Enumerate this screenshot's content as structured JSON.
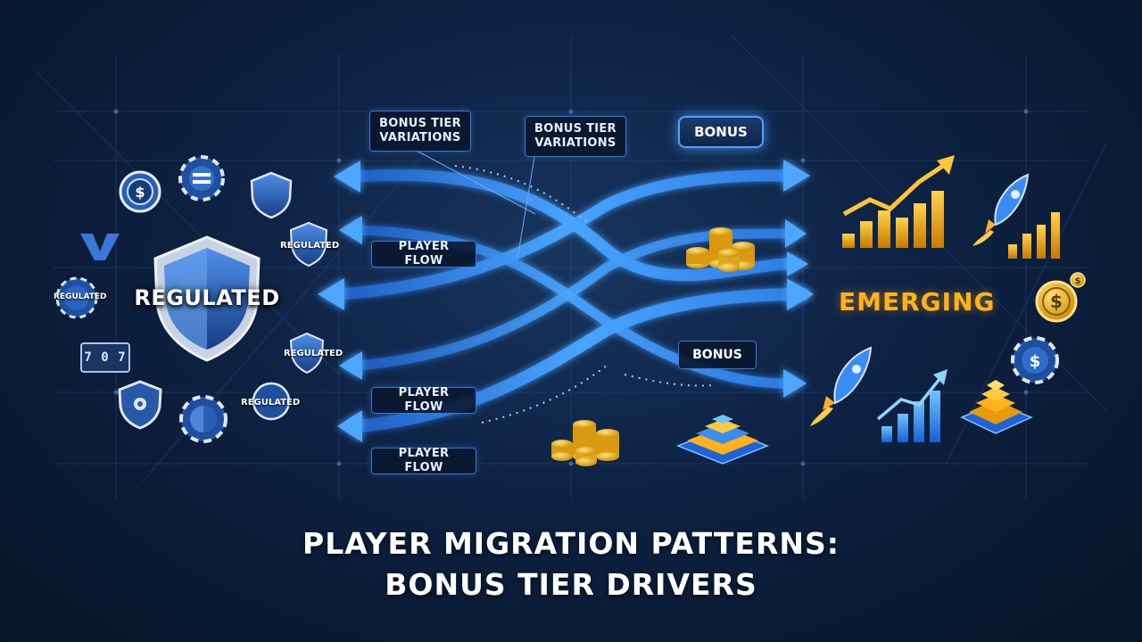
{
  "diagram": {
    "left_hub_label": "REGULATED",
    "right_hub_label": "EMERGING",
    "icon_badges": [
      "REGULATED",
      "REGULATED",
      "REGULATED",
      "REGULATED"
    ],
    "slot_machine_text": "7 0 7",
    "labels": {
      "bonus_tier_1": "BONUS TIER VARIATIONS",
      "bonus_tier_2": "BONUS TIER VARIATIONS",
      "bonus_top": "BONUS",
      "bonus_mid": "BONUS",
      "player_flow_1": "PLAYER FLOW",
      "player_flow_2": "PLAYER FLOW",
      "player_flow_3": "PLAYER FLOW"
    },
    "icons": [
      "shield-icon",
      "casino-chip-icon",
      "dollar-icon",
      "coin-stack-icon",
      "rocket-icon",
      "bar-chart-icon",
      "pyramid-icon",
      "slot-machine-icon"
    ],
    "colors": {
      "background": "#0d2142",
      "flow_blue": "#3d8cff",
      "accent_gold": "#ffb21c",
      "label_border": "#3d78c4"
    }
  },
  "title": {
    "line1": "PLAYER MIGRATION PATTERNS:",
    "line2": "BONUS TIER DRIVERS"
  }
}
